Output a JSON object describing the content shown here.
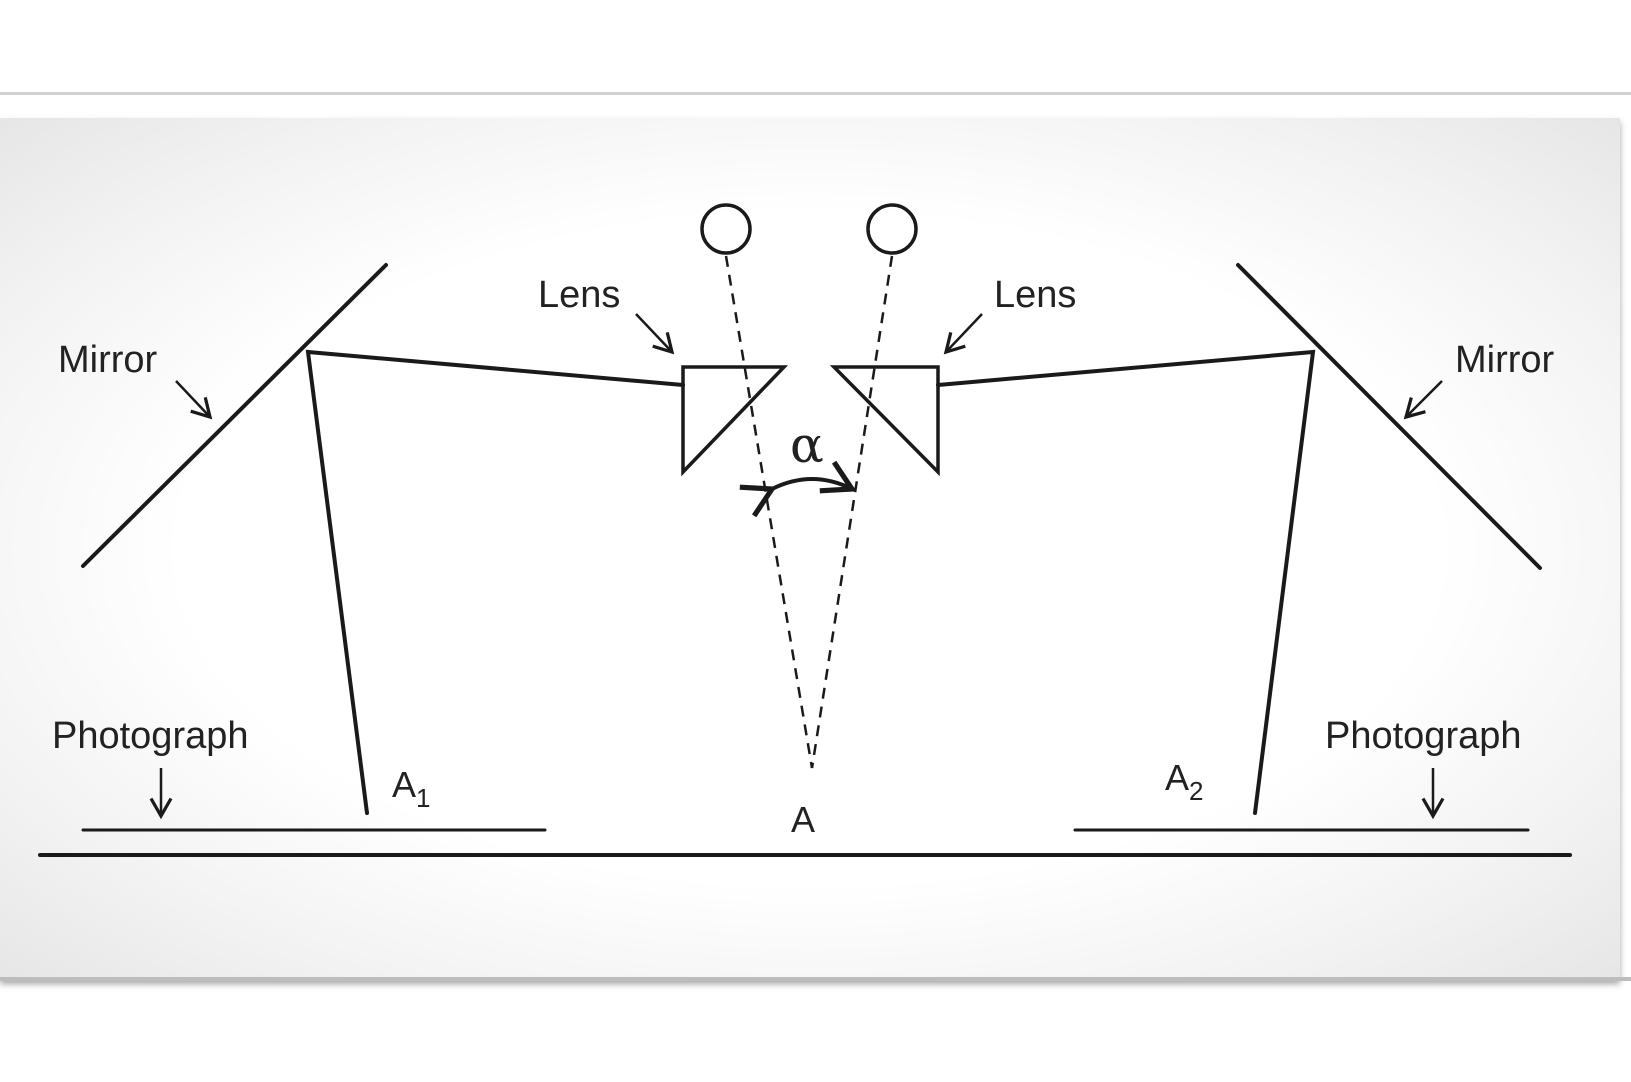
{
  "labels": {
    "mirror_left": "Mirror",
    "mirror_right": "Mirror",
    "lens_left": "Lens",
    "lens_right": "Lens",
    "photograph_left": "Photograph",
    "photograph_right": "Photograph",
    "point_a1_letter": "A",
    "point_a1_sub": "1",
    "point_a2_letter": "A",
    "point_a2_sub": "2",
    "point_a": "A",
    "angle": "α"
  },
  "colors": {
    "stroke": "#1a1a1a",
    "panel": "#f7f7f7"
  }
}
